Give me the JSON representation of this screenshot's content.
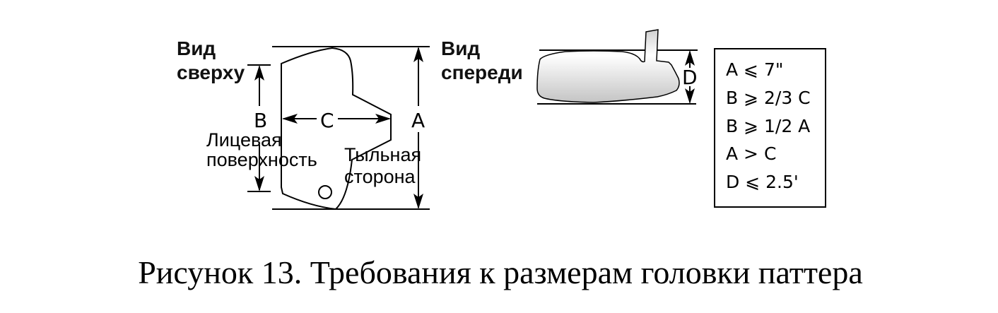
{
  "top_view": {
    "title_line1": "Вид",
    "title_line2": "сверху",
    "face_line1": "Лицевая",
    "face_line2": "поверхность",
    "back_line1": "Тыльная",
    "back_line2": "сторона"
  },
  "front_view": {
    "title_line1": "Вид",
    "title_line2": "спереди"
  },
  "dimensions": {
    "a": "A",
    "b": "B",
    "c": "C",
    "d": "D"
  },
  "rules": [
    "A ⩽ 7\"",
    "B ⩾ 2/3 C",
    "B ⩾ 1/2 A",
    "A > C",
    "D ⩽ 2.5'"
  ],
  "caption": "Рисунок 13. Требования к размерам головки паттера"
}
